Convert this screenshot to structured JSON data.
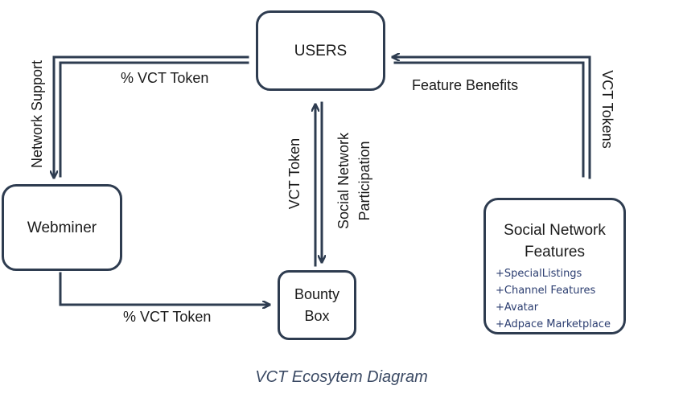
{
  "nodes": {
    "users": "USERS",
    "webminer": "Webminer",
    "bounty_box": {
      "line1": "Bounty",
      "line2": "Box"
    },
    "social_network_features": {
      "line1": "Social Network",
      "line2": "Features",
      "items": [
        "+SpecialListings",
        "+Channel Features",
        "+Avatar",
        "+Adpace Marketplace"
      ]
    }
  },
  "edges": {
    "users_to_webminer": "% VCT Token",
    "webminer_up": "Network Support",
    "webminer_to_bounty": "% VCT Token",
    "bounty_to_users": "VCT Token",
    "users_to_bounty": {
      "line1": "Social Network",
      "line2": "Participation"
    },
    "snf_to_users": "Feature Benefits",
    "users_to_snf": "VCT Tokens"
  },
  "caption": "VCT Ecosytem Diagram",
  "colors": {
    "arrow": "#2e3c50",
    "feature_text": "#2b3d70",
    "caption": "#3b4a64"
  }
}
